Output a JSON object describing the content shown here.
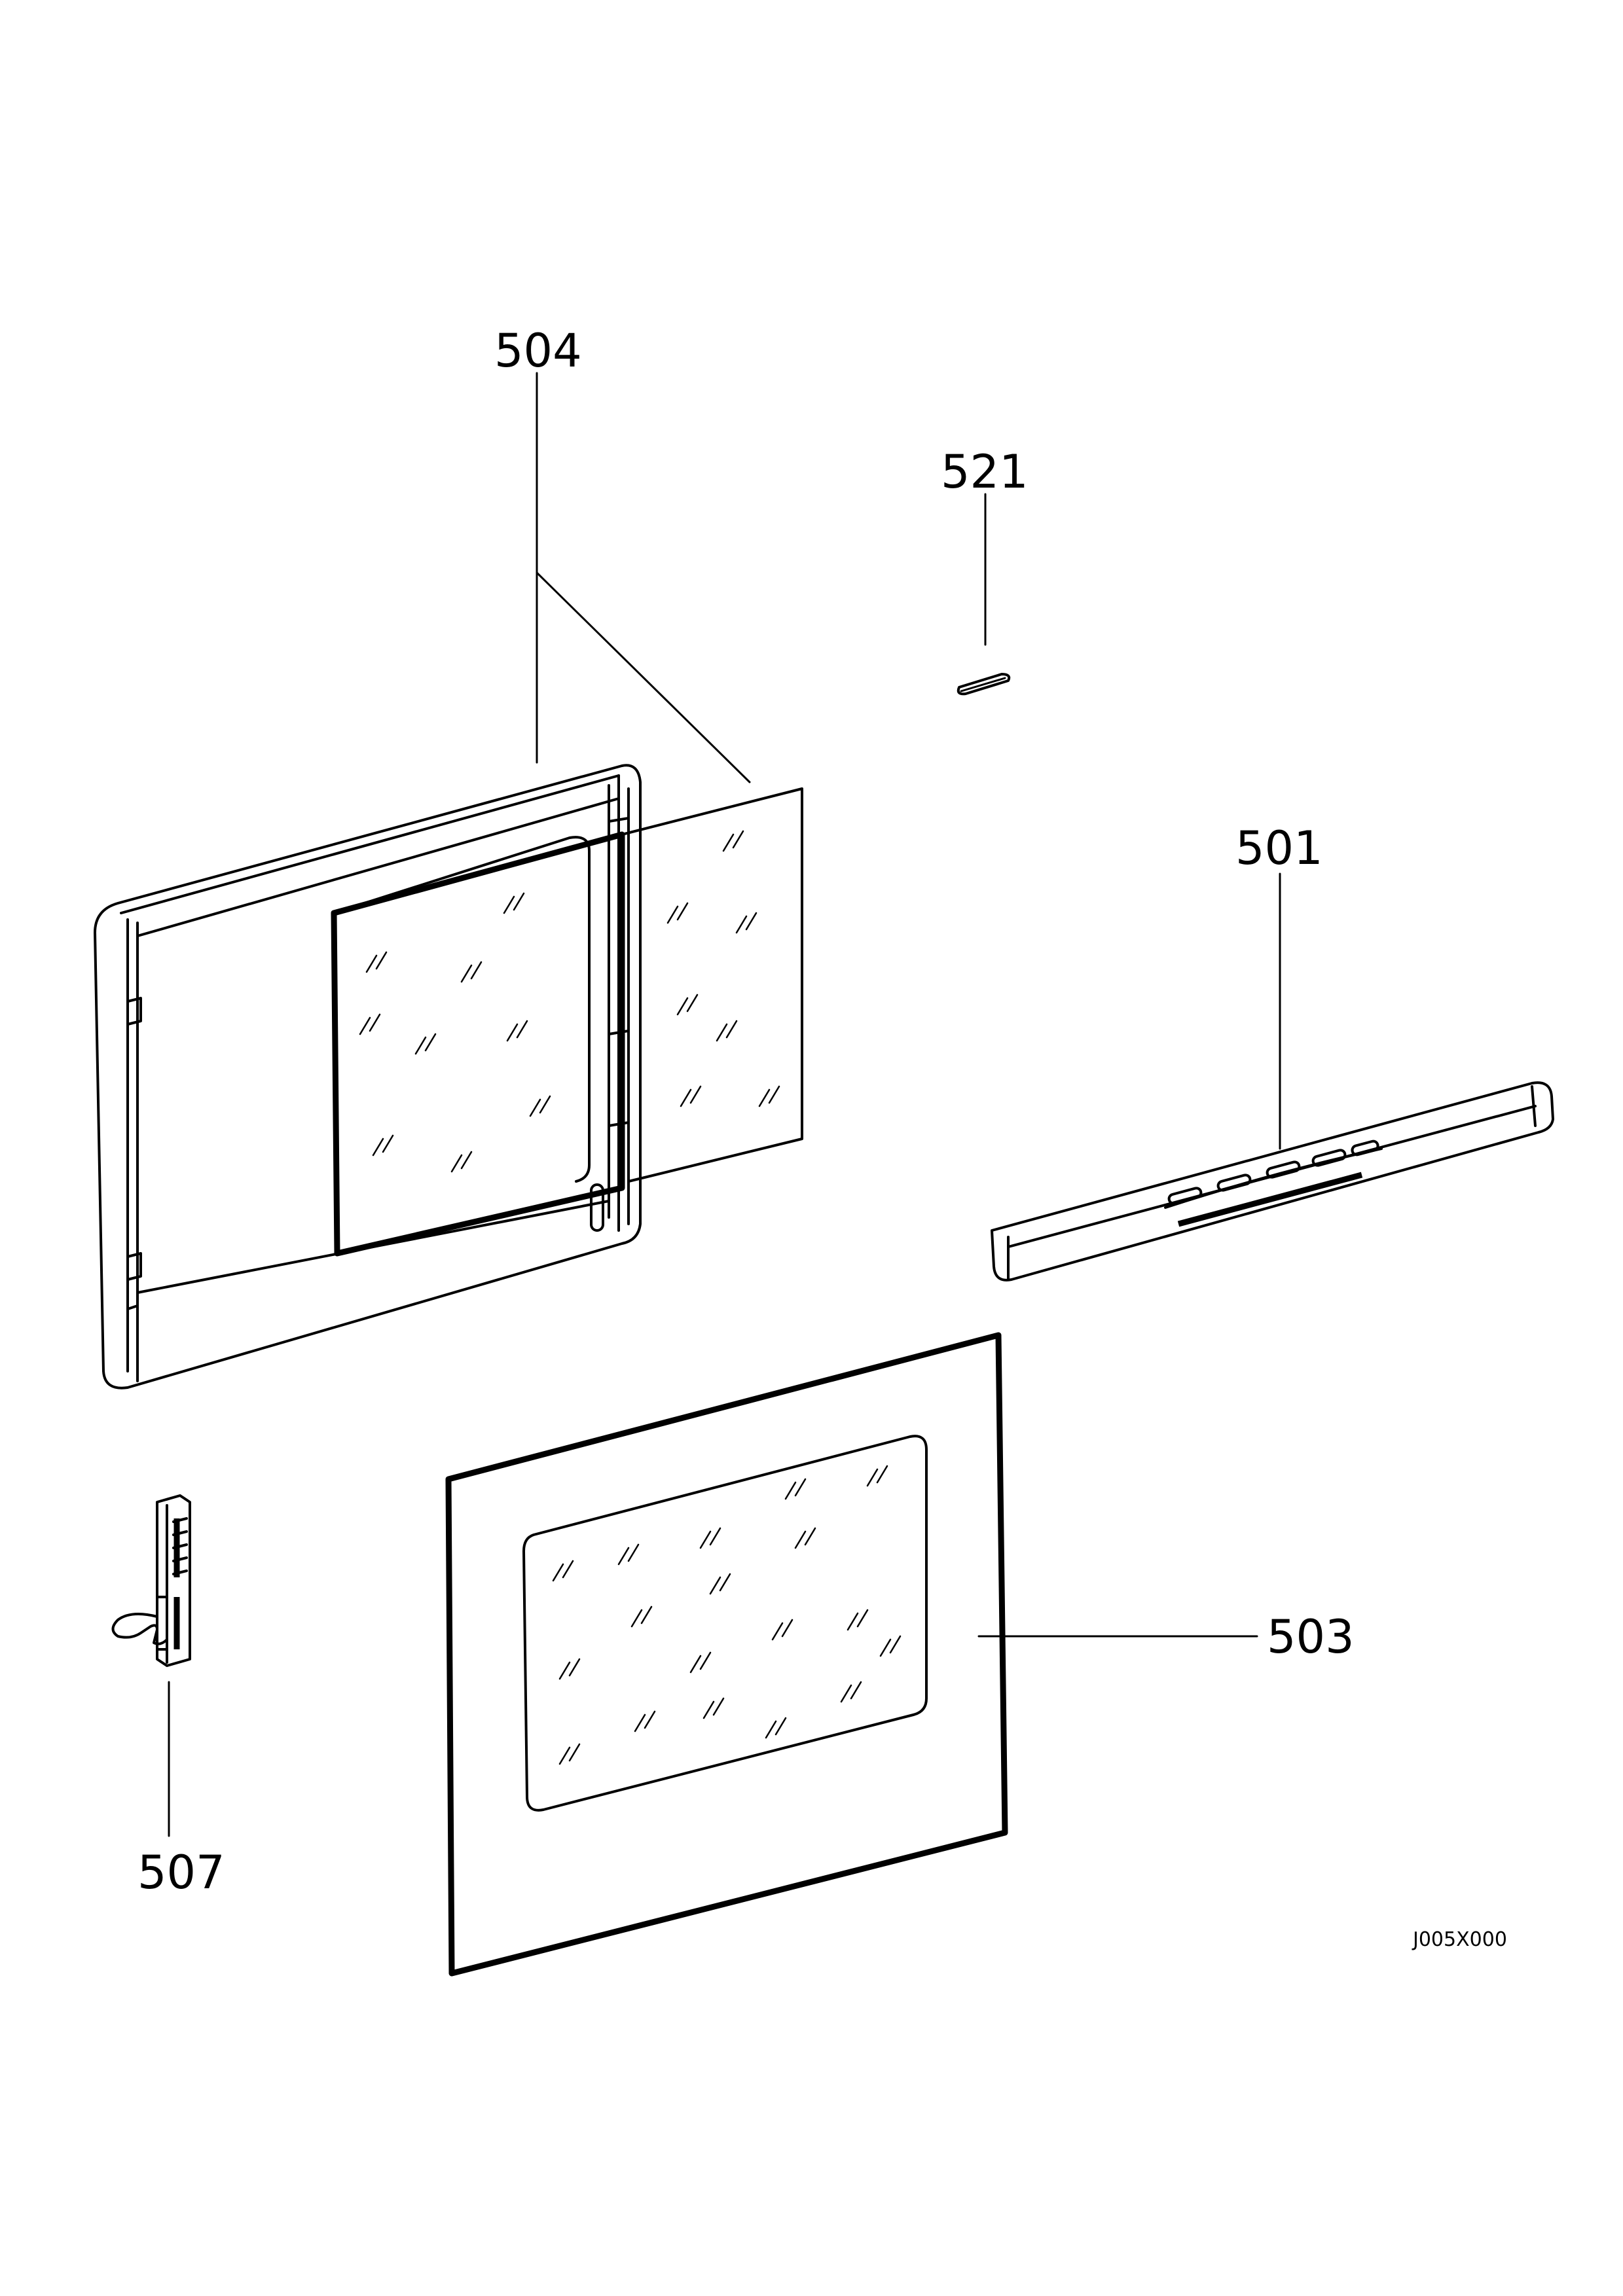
{
  "labels": {
    "p504": "504",
    "p521": "521",
    "p501": "501",
    "p503": "503",
    "p507": "507",
    "drawing_code": "J005X000"
  },
  "parts": [
    {
      "id": "504",
      "name": "inner-door-frame-and-glass"
    },
    {
      "id": "521",
      "name": "small-clip"
    },
    {
      "id": "501",
      "name": "door-handle-bar"
    },
    {
      "id": "503",
      "name": "outer-door-glass-panel"
    },
    {
      "id": "507",
      "name": "door-hinge"
    }
  ]
}
